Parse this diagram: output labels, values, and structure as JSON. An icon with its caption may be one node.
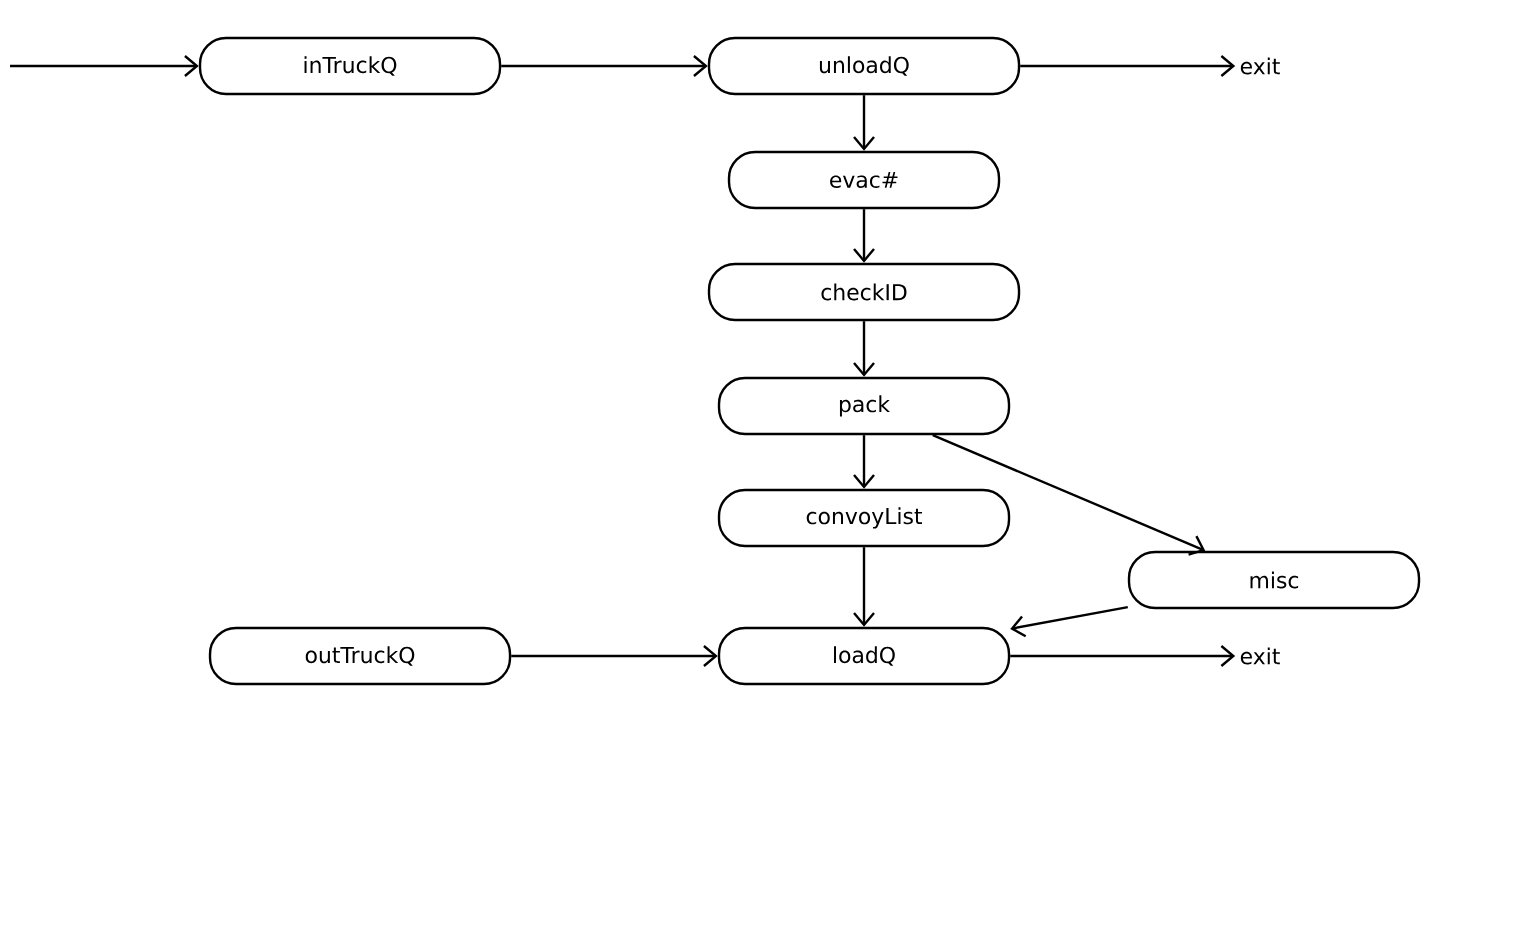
{
  "diagram": {
    "nodes": [
      {
        "text": [
          "inTruckQ"
        ]
      },
      {
        "text": [
          "unloadQ"
        ]
      },
      {
        "text": [
          "exit"
        ]
      },
      {
        "text": [
          "evac#"
        ]
      },
      {
        "text": [
          "checkID"
        ]
      },
      {
        "text": [
          "pack"
        ]
      },
      {
        "text": [
          "convoyList"
        ]
      },
      {
        "text": [
          "misc"
        ]
      },
      {
        "text": [
          "outTruckQ"
        ]
      },
      {
        "text": [
          "loadQ"
        ]
      },
      {
        "text": [
          "exit"
        ]
      }
    ],
    "edges": [
      {
        "from": null,
        "to": 0,
        "arrow": "to"
      },
      {
        "from": 0,
        "to": 1,
        "arrow": "to"
      },
      {
        "from": 1,
        "to": 2,
        "arrow": "to"
      },
      {
        "from": 1,
        "to": 3,
        "arrow": "to"
      },
      {
        "from": 3,
        "to": 4,
        "arrow": "to"
      },
      {
        "from": 4,
        "to": 5,
        "arrow": "to"
      },
      {
        "from": 5,
        "to": 6,
        "arrow": "to"
      },
      {
        "from": 5,
        "to": 7,
        "arrow": "to"
      },
      {
        "from": 6,
        "to": 9,
        "arrow": "to"
      },
      {
        "from": 7,
        "to": 9,
        "arrow": "to"
      },
      {
        "from": 8,
        "to": 9,
        "arrow": "to"
      },
      {
        "from": 9,
        "to": 10,
        "arrow": "to"
      }
    ]
  }
}
